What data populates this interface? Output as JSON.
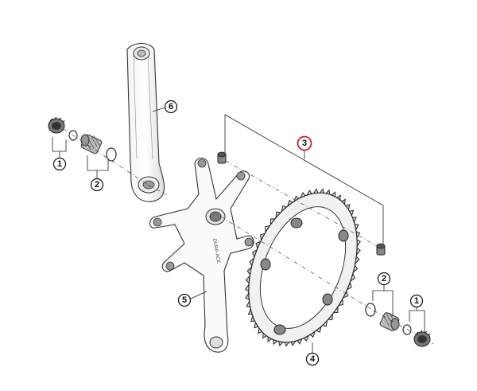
{
  "diagram": {
    "brand_mark": "DURA-ACE",
    "highlight_color": "#d0202a",
    "callouts": [
      {
        "id": "c1-left",
        "label": "1"
      },
      {
        "id": "c2-left",
        "label": "2"
      },
      {
        "id": "c6",
        "label": "6"
      },
      {
        "id": "c3",
        "label": "3",
        "highlighted": true
      },
      {
        "id": "c5",
        "label": "5"
      },
      {
        "id": "c4",
        "label": "4"
      },
      {
        "id": "c2-right",
        "label": "2"
      },
      {
        "id": "c1-right",
        "label": "1"
      }
    ]
  }
}
